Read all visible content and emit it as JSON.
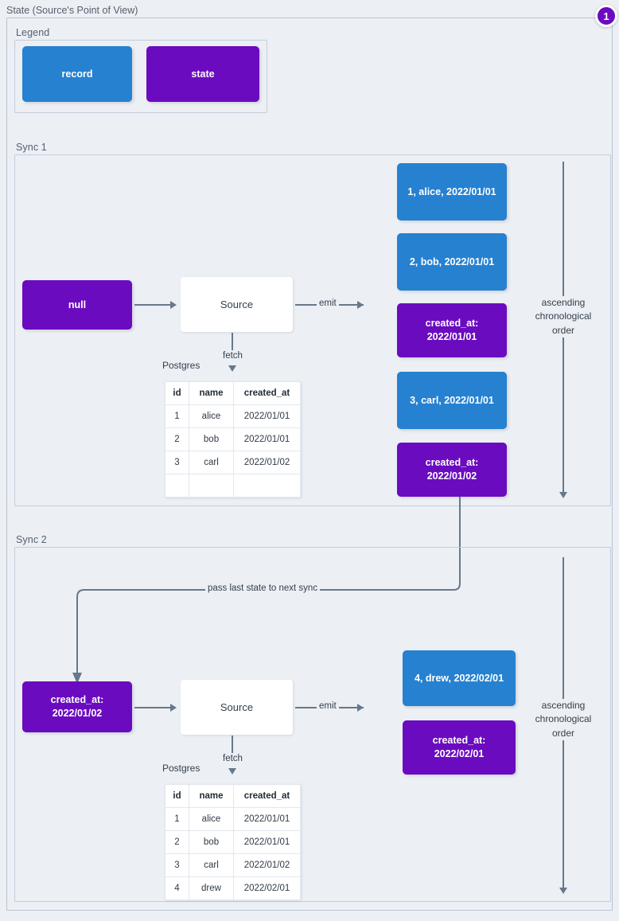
{
  "page": {
    "title": "State (Source's Point of View)",
    "badge": "1",
    "colors": {
      "background": "#eceff4",
      "record": "#2681d0",
      "state": "#6b0bbf",
      "border": "#b9c5d2",
      "connector": "#66788a"
    }
  },
  "legend": {
    "label": "Legend",
    "items": [
      {
        "label": "record",
        "kind": "record"
      },
      {
        "label": "state",
        "kind": "state"
      }
    ]
  },
  "sync1": {
    "label": "Sync 1",
    "input_state": "null",
    "source": "Source",
    "emit_label": "emit",
    "fetch_label": "fetch",
    "db_label": "Postgres",
    "order_label": "ascending\nchronological\norder",
    "table": {
      "columns": [
        "id",
        "name",
        "created_at"
      ],
      "rows": [
        [
          "1",
          "alice",
          "2022/01/01"
        ],
        [
          "2",
          "bob",
          "2022/01/01"
        ],
        [
          "3",
          "carl",
          "2022/01/02"
        ],
        [
          "",
          "",
          ""
        ]
      ]
    },
    "emitted": [
      {
        "kind": "record",
        "text": "1, alice, 2022/01/01"
      },
      {
        "kind": "record",
        "text": "2, bob, 2022/01/01"
      },
      {
        "kind": "state",
        "text": "created_at:\n2022/01/01"
      },
      {
        "kind": "record",
        "text": "3, carl, 2022/01/01"
      },
      {
        "kind": "state",
        "text": "created_at:\n2022/01/02"
      }
    ]
  },
  "sync2": {
    "label": "Sync 2",
    "pass_label": "pass last state to next sync",
    "input_state": "created_at:\n2022/01/02",
    "source": "Source",
    "emit_label": "emit",
    "fetch_label": "fetch",
    "db_label": "Postgres",
    "order_label": "ascending\nchronological\norder",
    "table": {
      "columns": [
        "id",
        "name",
        "created_at"
      ],
      "rows": [
        [
          "1",
          "alice",
          "2022/01/01"
        ],
        [
          "2",
          "bob",
          "2022/01/01"
        ],
        [
          "3",
          "carl",
          "2022/01/02"
        ],
        [
          "4",
          "drew",
          "2022/02/01"
        ]
      ]
    },
    "emitted": [
      {
        "kind": "record",
        "text": "4, drew, 2022/02/01"
      },
      {
        "kind": "state",
        "text": "created_at:\n2022/02/01"
      }
    ]
  }
}
